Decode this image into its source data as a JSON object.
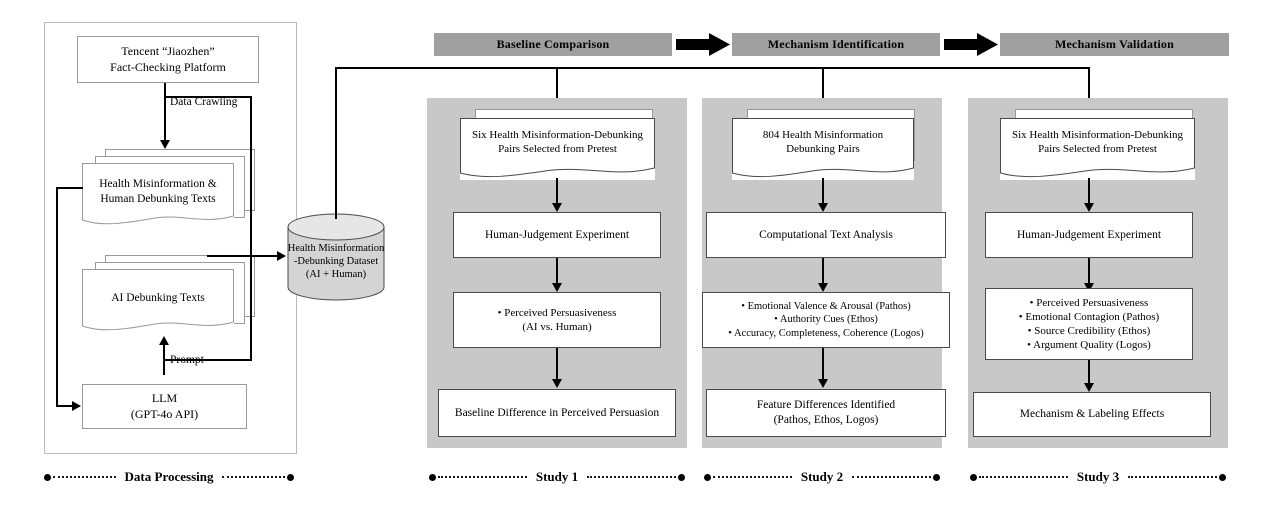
{
  "figure": {
    "type": "research-workflow-flowchart"
  },
  "colors": {
    "phase_bar_gray": "#a0a0a0",
    "panel_gray": "#c8c8c8",
    "cylinder_gray": "#d4d4d4",
    "box_border": "#9a9a9a",
    "line": "#000000",
    "background": "#ffffff"
  },
  "data_processing": {
    "section_label": "Data Processing",
    "source_box": {
      "line1": "Tencent “Jiaozhen”",
      "line2": "Fact-Checking Platform"
    },
    "edge_data_crawling": "Data Crawling",
    "human_texts": {
      "line1": "Health Misinformation &",
      "line2": "Human Debunking Texts"
    },
    "ai_texts": {
      "line1": "AI Debunking Texts"
    },
    "edge_prompt": "Prompt",
    "llm_box": {
      "line1": "LLM",
      "line2": "(GPT-4o API)"
    },
    "dataset_cylinder": {
      "line1": "Health Misinformation",
      "line2": "-Debunking Dataset",
      "line3": "(AI + Human)"
    }
  },
  "phases": [
    {
      "label": "Baseline Comparison"
    },
    {
      "label": "Mechanism Identification"
    },
    {
      "label": "Mechanism Validation"
    }
  ],
  "phase_arrow_icon": "right-arrow-icon",
  "studies": [
    {
      "section_label": "Study 1",
      "input_doc": {
        "line1": "Six Health Misinformation-Debunking",
        "line2": "Pairs Selected from Pretest"
      },
      "method_box": {
        "line1": "Human-Judgement Experiment"
      },
      "measures_box": {
        "lines": [
          "• Perceived Persuasiveness",
          "(AI vs. Human)"
        ]
      },
      "outcome_box": {
        "line1": "Baseline Difference in Perceived Persuasion"
      }
    },
    {
      "section_label": "Study 2",
      "input_doc": {
        "line1": "804 Health Misinformation",
        "line2": "Debunking Pairs"
      },
      "method_box": {
        "line1": "Computational Text Analysis"
      },
      "measures_box": {
        "lines": [
          "• Emotional Valence & Arousal (Pathos)",
          "• Authority Cues (Ethos)",
          "• Accuracy, Completeness, Coherence (Logos)"
        ]
      },
      "outcome_box": {
        "line1": "Feature Differences Identified",
        "line2": "(Pathos, Ethos, Logos)"
      }
    },
    {
      "section_label": "Study 3",
      "input_doc": {
        "line1": "Six Health Misinformation-Debunking",
        "line2": "Pairs Selected from Pretest"
      },
      "method_box": {
        "line1": "Human-Judgement Experiment"
      },
      "measures_box": {
        "lines": [
          "• Perceived Persuasiveness",
          "• Emotional Contagion (Pathos)",
          "• Source Credibility (Ethos)",
          "• Argument Quality (Logos)"
        ]
      },
      "outcome_box": {
        "line1": "Mechanism & Labeling Effects"
      }
    }
  ]
}
